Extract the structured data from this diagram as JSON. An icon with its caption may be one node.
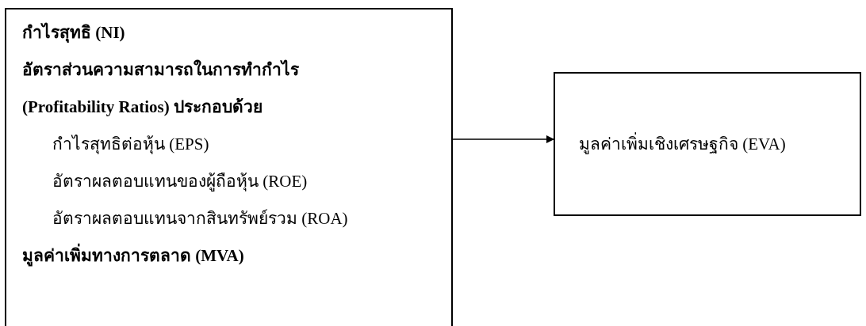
{
  "diagram": {
    "nodes": [
      {
        "text": [
          "กำไรสุทธิ (NI)",
          "อัตราส่วนความสามารถในการทำกำไร (Profitability Ratios) ประกอบด้วย",
          "กำไรสุทธิต่อหุ้น (EPS)",
          "อัตราผลตอบแทนของผู้ถือหุ้น (ROE)",
          "อัตราผลตอบแทนจากสินทรัพย์รวม (ROA)",
          "มูลค่าเพิ่มทางการตลาด (MVA)"
        ]
      },
      {
        "text": [
          "มูลค่าเพิ่มเชิงเศรษฐกิจ (EVA)"
        ]
      }
    ],
    "edges": [
      {
        "from": 0,
        "to": 1,
        "arrow": "to"
      }
    ]
  }
}
